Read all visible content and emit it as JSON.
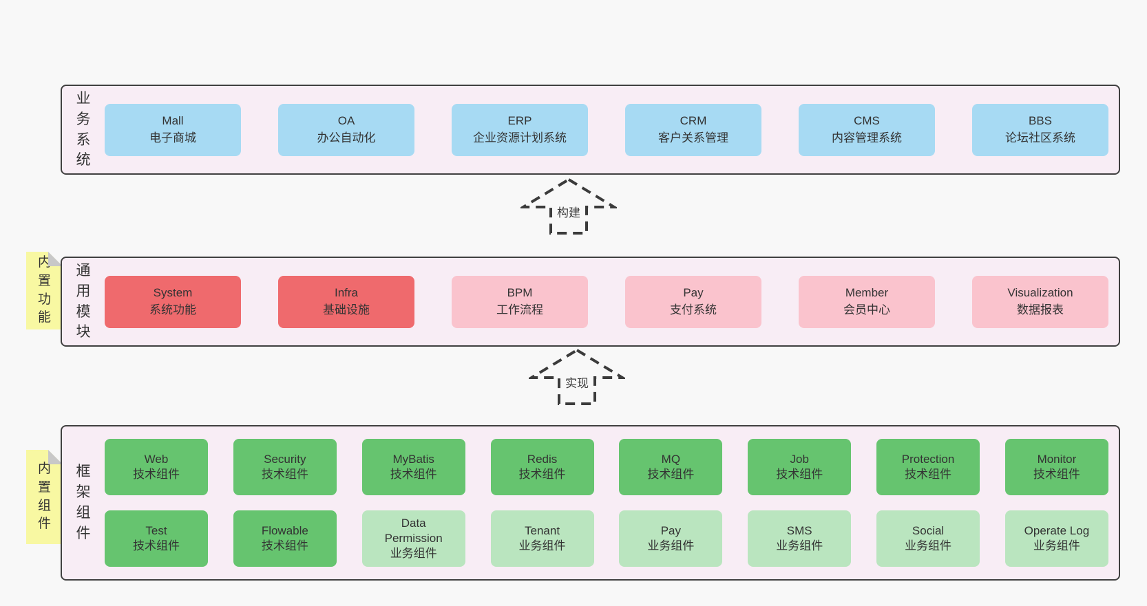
{
  "arrows": {
    "build": "构建",
    "implement": "实现"
  },
  "colors": {
    "page_bg": "#f8f8f8",
    "panel_bg": "#f8edf5",
    "panel_border": "#404040",
    "blue_box": "#a7daf3",
    "red_box": "#ef6a6d",
    "pink_box": "#fac3cd",
    "green_box": "#66c46f",
    "light_green_box": "#bae5bf",
    "sticky_bg": "#f8f8a2",
    "sticky_fold": "#c8c8c8",
    "text": "#383838"
  },
  "layers": {
    "business": {
      "label": "业务系统",
      "boxes": [
        {
          "title": "Mall",
          "subtitle": "电子商城"
        },
        {
          "title": "OA",
          "subtitle": "办公自动化"
        },
        {
          "title": "ERP",
          "subtitle": "企业资源计划系统"
        },
        {
          "title": "CRM",
          "subtitle": "客户关系管理"
        },
        {
          "title": "CMS",
          "subtitle": "内容管理系统"
        },
        {
          "title": "BBS",
          "subtitle": "论坛社区系统"
        }
      ]
    },
    "modules": {
      "label": "通用模块",
      "sticky": "内置功能",
      "boxes": [
        {
          "title": "System",
          "subtitle": "系统功能"
        },
        {
          "title": "Infra",
          "subtitle": "基础设施"
        },
        {
          "title": "BPM",
          "subtitle": "工作流程"
        },
        {
          "title": "Pay",
          "subtitle": "支付系统"
        },
        {
          "title": "Member",
          "subtitle": "会员中心"
        },
        {
          "title": "Visualization",
          "subtitle": "数据报表"
        }
      ]
    },
    "components": {
      "label": "框架组件",
      "sticky": "内置组件",
      "row1": [
        {
          "title": "Web",
          "subtitle": "技术组件"
        },
        {
          "title": "Security",
          "subtitle": "技术组件"
        },
        {
          "title": "MyBatis",
          "subtitle": "技术组件"
        },
        {
          "title": "Redis",
          "subtitle": "技术组件"
        },
        {
          "title": "MQ",
          "subtitle": "技术组件"
        },
        {
          "title": "Job",
          "subtitle": "技术组件"
        },
        {
          "title": "Protection",
          "subtitle": "技术组件"
        },
        {
          "title": "Monitor",
          "subtitle": "技术组件"
        }
      ],
      "row2": [
        {
          "title": "Test",
          "subtitle": "技术组件"
        },
        {
          "title": "Flowable",
          "subtitle": "技术组件"
        },
        {
          "title": "Data Permission",
          "subtitle": "业务组件"
        },
        {
          "title": "Tenant",
          "subtitle": "业务组件"
        },
        {
          "title": "Pay",
          "subtitle": "业务组件"
        },
        {
          "title": "SMS",
          "subtitle": "业务组件"
        },
        {
          "title": "Social",
          "subtitle": "业务组件"
        },
        {
          "title": "Operate Log",
          "subtitle": "业务组件"
        }
      ]
    }
  }
}
